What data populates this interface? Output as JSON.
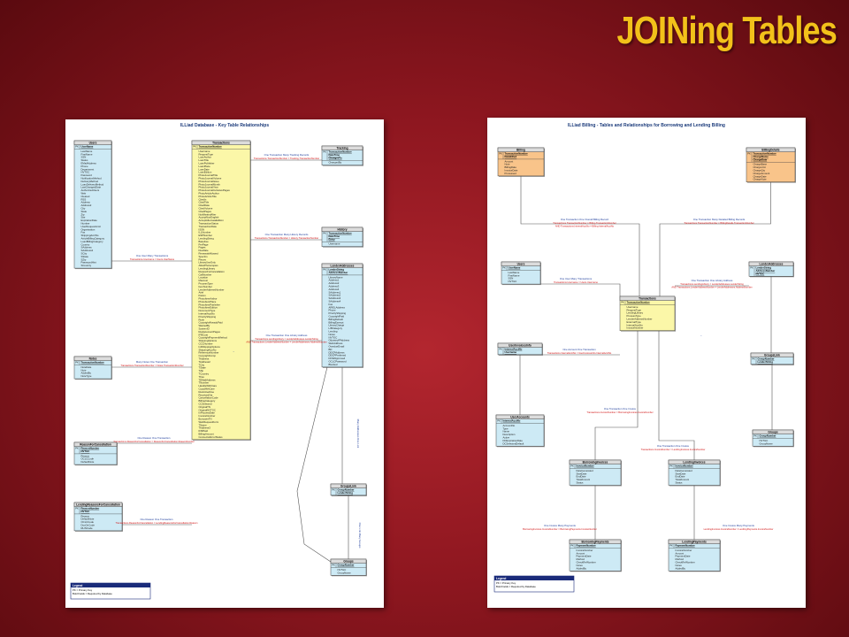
{
  "slide": {
    "title": "JOINing Tables"
  },
  "colors": {
    "background": "#8f1720",
    "title": "#f2c11a",
    "table_blue": "#cdeaf5",
    "table_yellow": "#fbf7a8",
    "table_orange": "#f9c48a",
    "header_gray": "#dcdcdc",
    "relationship_text": "#1a3a9a",
    "join_text": "#d01010",
    "legend_header": "#1a2b7a"
  },
  "left_diagram": {
    "title": "ILLiad Database - Key Table Relationships",
    "tables": [
      {
        "id": "users",
        "name": "Users",
        "pk": [
          "UserName"
        ],
        "fields": [
          "LastName",
          "FirstName",
          "SSN",
          "Status",
          "EMailAddress",
          "Phone",
          "Department",
          "NVTGC",
          "Password",
          "NotificationMethod",
          "DeliveryMethod",
          "LoanDeliveryMethod",
          "LastChangedDate",
          "AuthorizedUsers",
          "Web",
          "Cleared",
          "RSS",
          "Address",
          "Address2",
          "City",
          "State",
          "Zip",
          "Site",
          "ExpirationDate",
          "Number",
          "UserRequestLimit",
          "Organization",
          "Fax",
          "ShippingAcctNo",
          "ArticleBillingCategory",
          "LoanBillingCategory",
          "Country",
          "SAddress",
          "SAddress2",
          "SCity",
          "SState",
          "SZip",
          "PasswordHint",
          "SCountry"
        ],
        "color": "table_blue"
      },
      {
        "id": "transactions",
        "name": "Transactions",
        "pk": [
          "TransactionNumber"
        ],
        "fields": [
          "Username",
          "RequestType",
          "LoanAuthor",
          "LoanTitle",
          "LoanPublisher",
          "LoanPlace",
          "LoanDate",
          "LoanEdition",
          "PhotoJournalTitle",
          "PhotoJournalVolume",
          "PhotoJournalIssue",
          "PhotoJournalMonth",
          "PhotoJournalYear",
          "PhotoJournalInclusivePages",
          "PhotoArticleAuthor",
          "PhotoArticleTitle",
          "CitedIn",
          "CitedTitle",
          "CitedDate",
          "CitedVolume",
          "CitedPages",
          "NotWantedAfter",
          "AcceptNonEnglish",
          "AcceptAlternateEdition",
          "TransactionStatus",
          "TransactionDate",
          "ISSN",
          "ILLNumber",
          "ESPNumber",
          "LendingString",
          "BaseFee",
          "PerPage",
          "Pages",
          "DueDate",
          "RenewalsAllowed",
          "SpecIns",
          "Pieces",
          "LibraryUseOnly",
          "AllowPhotocopies",
          "LendingLibrary",
          "ReasonForCancellation",
          "CallNumber",
          "Location",
          "Maxcost",
          "ProcessType",
          "ItemNumber",
          "LenderAddressNumber",
          "Ariel",
          "Patron",
          "PhotoItemAuthor",
          "PhotoItemPlace",
          "PhotoItemPublisher",
          "PhotoItemEdition",
          "DocumentType",
          "InternalAcctNo",
          "PriorityShipping",
          "Rush",
          "CopyrightAlreadyPaid",
          "WantedBy",
          "SystemID",
          "ReplacementPages",
          "IFMCost",
          "CopyrightPaymentMethod",
          "ShippingOptions",
          "CCCNumber",
          "IntlShippingOptions",
          "ShippingAcctNo",
          "ReferenceNumber",
          "CopyrightComp",
          "TAddress",
          "TAddress2",
          "TCity",
          "TState",
          "TZip",
          "TCountry",
          "TFax",
          "TEMailAddress",
          "TNumber",
          "HandleWithCare",
          "CopyWithCare",
          "RestrictedUse",
          "ReceivedVia",
          "CancellationCode",
          "BillingCategory",
          "CCSelected",
          "OriginalTN",
          "OriginalNVTGC",
          "InProcessDate",
          "InvoiceNumber",
          "BorrowerTN",
          "WebRequestForm",
          "TName",
          "TAddress3",
          "IFMPaid",
          "BillingAmount",
          "ConnectorErrorStatus"
        ],
        "color": "table_yellow"
      },
      {
        "id": "tracking",
        "name": "Tracking",
        "pk": [
          "TransactionNumber",
          "DateTime",
          "ChangedTo"
        ],
        "fields": [
          "ChangedBy"
        ],
        "color": "table_blue"
      },
      {
        "id": "history",
        "name": "History",
        "pk": [
          "TransactionNumber",
          "DateTime",
          "Entry"
        ],
        "fields": [
          "Username"
        ],
        "color": "table_blue"
      },
      {
        "id": "lenderaddresses",
        "name": "LenderAddresses",
        "pk": [
          "LenderString",
          "AddressNumber"
        ],
        "fields": [
          "LibraryName",
          "Address1",
          "Address2",
          "Address3",
          "Address4",
          "SAddress1",
          "SAddress2",
          "SAddress3",
          "SAddress4",
          "Fax",
          "ARIELAddress",
          "Phone",
          "PriorityShipping",
          "CopyrightPaid",
          "BillingDefault",
          "BillingExempt",
          "LibraryCharge",
          "LIBCategory",
          "Lending",
          "Notes",
          "NVTGC",
          "OdysseyIPAddress",
          "WebAddress",
          "OverdueEmail",
          "BD",
          "DDCPAddress",
          "DDCPPreferred",
          "DOWApproved",
          "OCLCPassword",
          "Blocked"
        ],
        "color": "table_blue"
      },
      {
        "id": "notes",
        "name": "Notes",
        "pk": [
          "TransactionNumber"
        ],
        "fields": [
          "NoteDate",
          "Note",
          "AddedBy",
          "NoteType"
        ],
        "color": "table_blue"
      },
      {
        "id": "reasonforcancellation",
        "name": "ReasonForCancellation",
        "pk": [
          "ReasonNumber",
          "NVTGC"
        ],
        "fields": [
          "Reason",
          "OCLCCode",
          "DefaultNote"
        ],
        "color": "table_blue"
      },
      {
        "id": "lendingreasonsforcancellation",
        "name": "LendingReasonsForCancellation",
        "pk": [
          "ReasonNumber",
          "NVTGC"
        ],
        "fields": [
          "Reason",
          "DefaultNote",
          "OCLCCode",
          "DocOnCode",
          "RLINCode"
        ],
        "color": "table_blue"
      },
      {
        "id": "groupslink",
        "name": "GroupsLink",
        "pk": [
          "GroupNumber",
          "LenderString"
        ],
        "fields": [],
        "color": "table_blue"
      },
      {
        "id": "groups",
        "name": "Groups",
        "pk": [
          "GroupNumber"
        ],
        "fields": [
          "NVTGC",
          "GroupName"
        ],
        "color": "table_blue"
      }
    ],
    "relationships": [
      {
        "cardinality": "One Transaction    Many Tracking Records",
        "join": "Transactions.TransactionNumber = Tracking.TransactionNumber"
      },
      {
        "cardinality": "One Transaction    Many History Records",
        "join": "Transactions.TransactionNumber = History.TransactionNumber"
      },
      {
        "cardinality": "One User    Many Transactions",
        "join": "Transactions.Username = Users.UserName"
      },
      {
        "cardinality": "One Transaction    One Library Address",
        "join": "Transactions.LendingLibrary = LenderAddresses.LenderString AND Transactions.LenderAddressNumber = LenderAddresses.AddressNumber"
      },
      {
        "cardinality": "Many Notes    One Transaction",
        "join": "Transactions.TransactionNumber = Notes.TransactionNumber"
      },
      {
        "cardinality": "One Reason    One Transaction",
        "join": "Transactions.ReasonForCancellation = ReasonForCancellation.ReasonNumber"
      },
      {
        "cardinality": "One Reason    One Transaction",
        "join": "Transactions.ReasonForCancellation = LendingReasonsForCancellation.Reason"
      },
      {
        "cardinality": "Many Addresses    One Link",
        "join": ""
      },
      {
        "cardinality": "One Link    Many Groups",
        "join": ""
      }
    ],
    "legend": {
      "title": "Legend",
      "items": [
        "PK = Primary Key",
        "Bold Fields = Required by Database"
      ]
    }
  },
  "right_diagram": {
    "title": "ILLiad Billing - Tables and Relationships for Borrowing and Lending Billing",
    "tables": [
      {
        "id": "billing",
        "name": "Billing",
        "pk": [
          "TransactionNumber",
          "DateBilled"
        ],
        "fields": [
          "Amount",
          "Note",
          "BillingDate",
          "InvoiceDate",
          "Processed"
        ],
        "color": "table_orange"
      },
      {
        "id": "billingdetails",
        "name": "BillingDetails",
        "pk": [
          "TransactionNumber",
          "ChargeName",
          "ChargeDate"
        ],
        "fields": [
          "ChargeBase",
          "ChargeUnit",
          "ChargeQty",
          "ChargeAmount",
          "ChargeDate",
          "ChargeNote"
        ],
        "color": "table_orange"
      },
      {
        "id": "users",
        "name": "Users",
        "pk": [
          "UserName"
        ],
        "fields": [
          "LastName",
          "FirstName",
          "SSN",
          "NVTGC"
        ],
        "color": "table_blue"
      },
      {
        "id": "transactions",
        "name": "Transactions",
        "pk": [
          "TransactionNumber"
        ],
        "fields": [
          "Username",
          "RequestType",
          "LendingLibrary",
          "ProcessType",
          "LenderAddressNumber",
          "ExternalType",
          "InternalAcctNo",
          "InvoiceNumber"
        ],
        "color": "table_yellow"
      },
      {
        "id": "lenderaddresses",
        "name": "LenderAddresses",
        "pk": [
          "LenderString",
          "AddressNumber",
          "NVTGC"
        ],
        "fields": [],
        "color": "table_blue"
      },
      {
        "id": "userinvoicesinfo",
        "name": "UserInvoicesInfo",
        "pk": [
          "InternalAcctNo",
          "Username"
        ],
        "fields": [],
        "color": "table_blue"
      },
      {
        "id": "useraccounts",
        "name": "UserAccounts",
        "pk": [
          "InternalAcctNo"
        ],
        "fields": [
          "AccountNo",
          "Type",
          "Name",
          "Description",
          "Active",
          "DCExpirationDate",
          "DCSelectedDefault"
        ],
        "color": "table_blue"
      },
      {
        "id": "groupslink",
        "name": "GroupsLink",
        "pk": [
          "GroupNumber",
          "LenderString"
        ],
        "fields": [],
        "color": "table_blue"
      },
      {
        "id": "groups",
        "name": "Groups",
        "pk": [
          "GroupNumber"
        ],
        "fields": [
          "NVTGC",
          "GroupName"
        ],
        "color": "table_blue"
      },
      {
        "id": "borrowinginvoices",
        "name": "BorrowingInvoices",
        "pk": [
          "InvoiceNumber"
        ],
        "fields": [
          "DateGenerated",
          "StartDate",
          "EndDate",
          "TotalAmount",
          "Status"
        ],
        "color": "table_blue"
      },
      {
        "id": "lendinginvoices",
        "name": "LendingInvoices",
        "pk": [
          "InvoiceNumber"
        ],
        "fields": [
          "DateGenerated",
          "StartDate",
          "EndDate",
          "TotalAmount",
          "Status"
        ],
        "color": "table_blue"
      },
      {
        "id": "borrowingpayments",
        "name": "BorrowingPayments",
        "pk": [
          "PaymentNumber"
        ],
        "fields": [
          "InvoiceNumber",
          "Amount",
          "PaymentDate",
          "Method",
          "CheckRefNumber",
          "Notes",
          "AddedBy"
        ],
        "color": "table_blue"
      },
      {
        "id": "lendingpayments",
        "name": "LendingPayments",
        "pk": [
          "PaymentNumber"
        ],
        "fields": [
          "InvoiceNumber",
          "Amount",
          "PaymentDate",
          "Method",
          "CheckRefNumber",
          "Notes",
          "AddedBy"
        ],
        "color": "table_blue"
      }
    ],
    "relationships": [
      {
        "cardinality": "One Transaction    One Overall Billing Record",
        "join": "Transactions.TransactionNumber = Billing.TransactionNumber AND Transactions.InternalAcctNo = Billing.InternalAcctNo"
      },
      {
        "cardinality": "One Transaction    Many Detailed Billing Records",
        "join": "Transactions.TransactionNumber = BillingDetails.TransactionNumber"
      },
      {
        "cardinality": "One User    Many Transactions",
        "join": "Transactions.Username = Users.Username"
      },
      {
        "cardinality": "One Transaction    One Library Address",
        "join": "Transactions.LendingLibrary = LenderAddresses.LenderString AND Transactions.LenderAddressNumber = LenderAddresses.AddressNumber"
      },
      {
        "cardinality": "One Account    One Transaction",
        "join": "Transactions.InternalAcctNo = UserInvoicesInfo.InternalAcctNo"
      },
      {
        "cardinality": "One Transaction    One Invoice",
        "join": "Transactions.InvoiceNumber = BorrowingInvoices.InvoiceNumber"
      },
      {
        "cardinality": "One Transaction    One Invoice",
        "join": "Transactions.InvoiceNumber = LendingInvoices.InvoiceNumber"
      },
      {
        "cardinality": "One Invoice    Many Payments",
        "join": "BorrowingInvoices.InvoiceNumber = BorrowingPayments.InvoiceNumber"
      },
      {
        "cardinality": "One Invoice    Many Payments",
        "join": "LendingInvoices.InvoiceNumber = LendingPayments.InvoiceNumber"
      }
    ],
    "legend": {
      "title": "Legend",
      "items": [
        "PK = Primary Key",
        "Bold Fields = Required by Database"
      ]
    }
  }
}
